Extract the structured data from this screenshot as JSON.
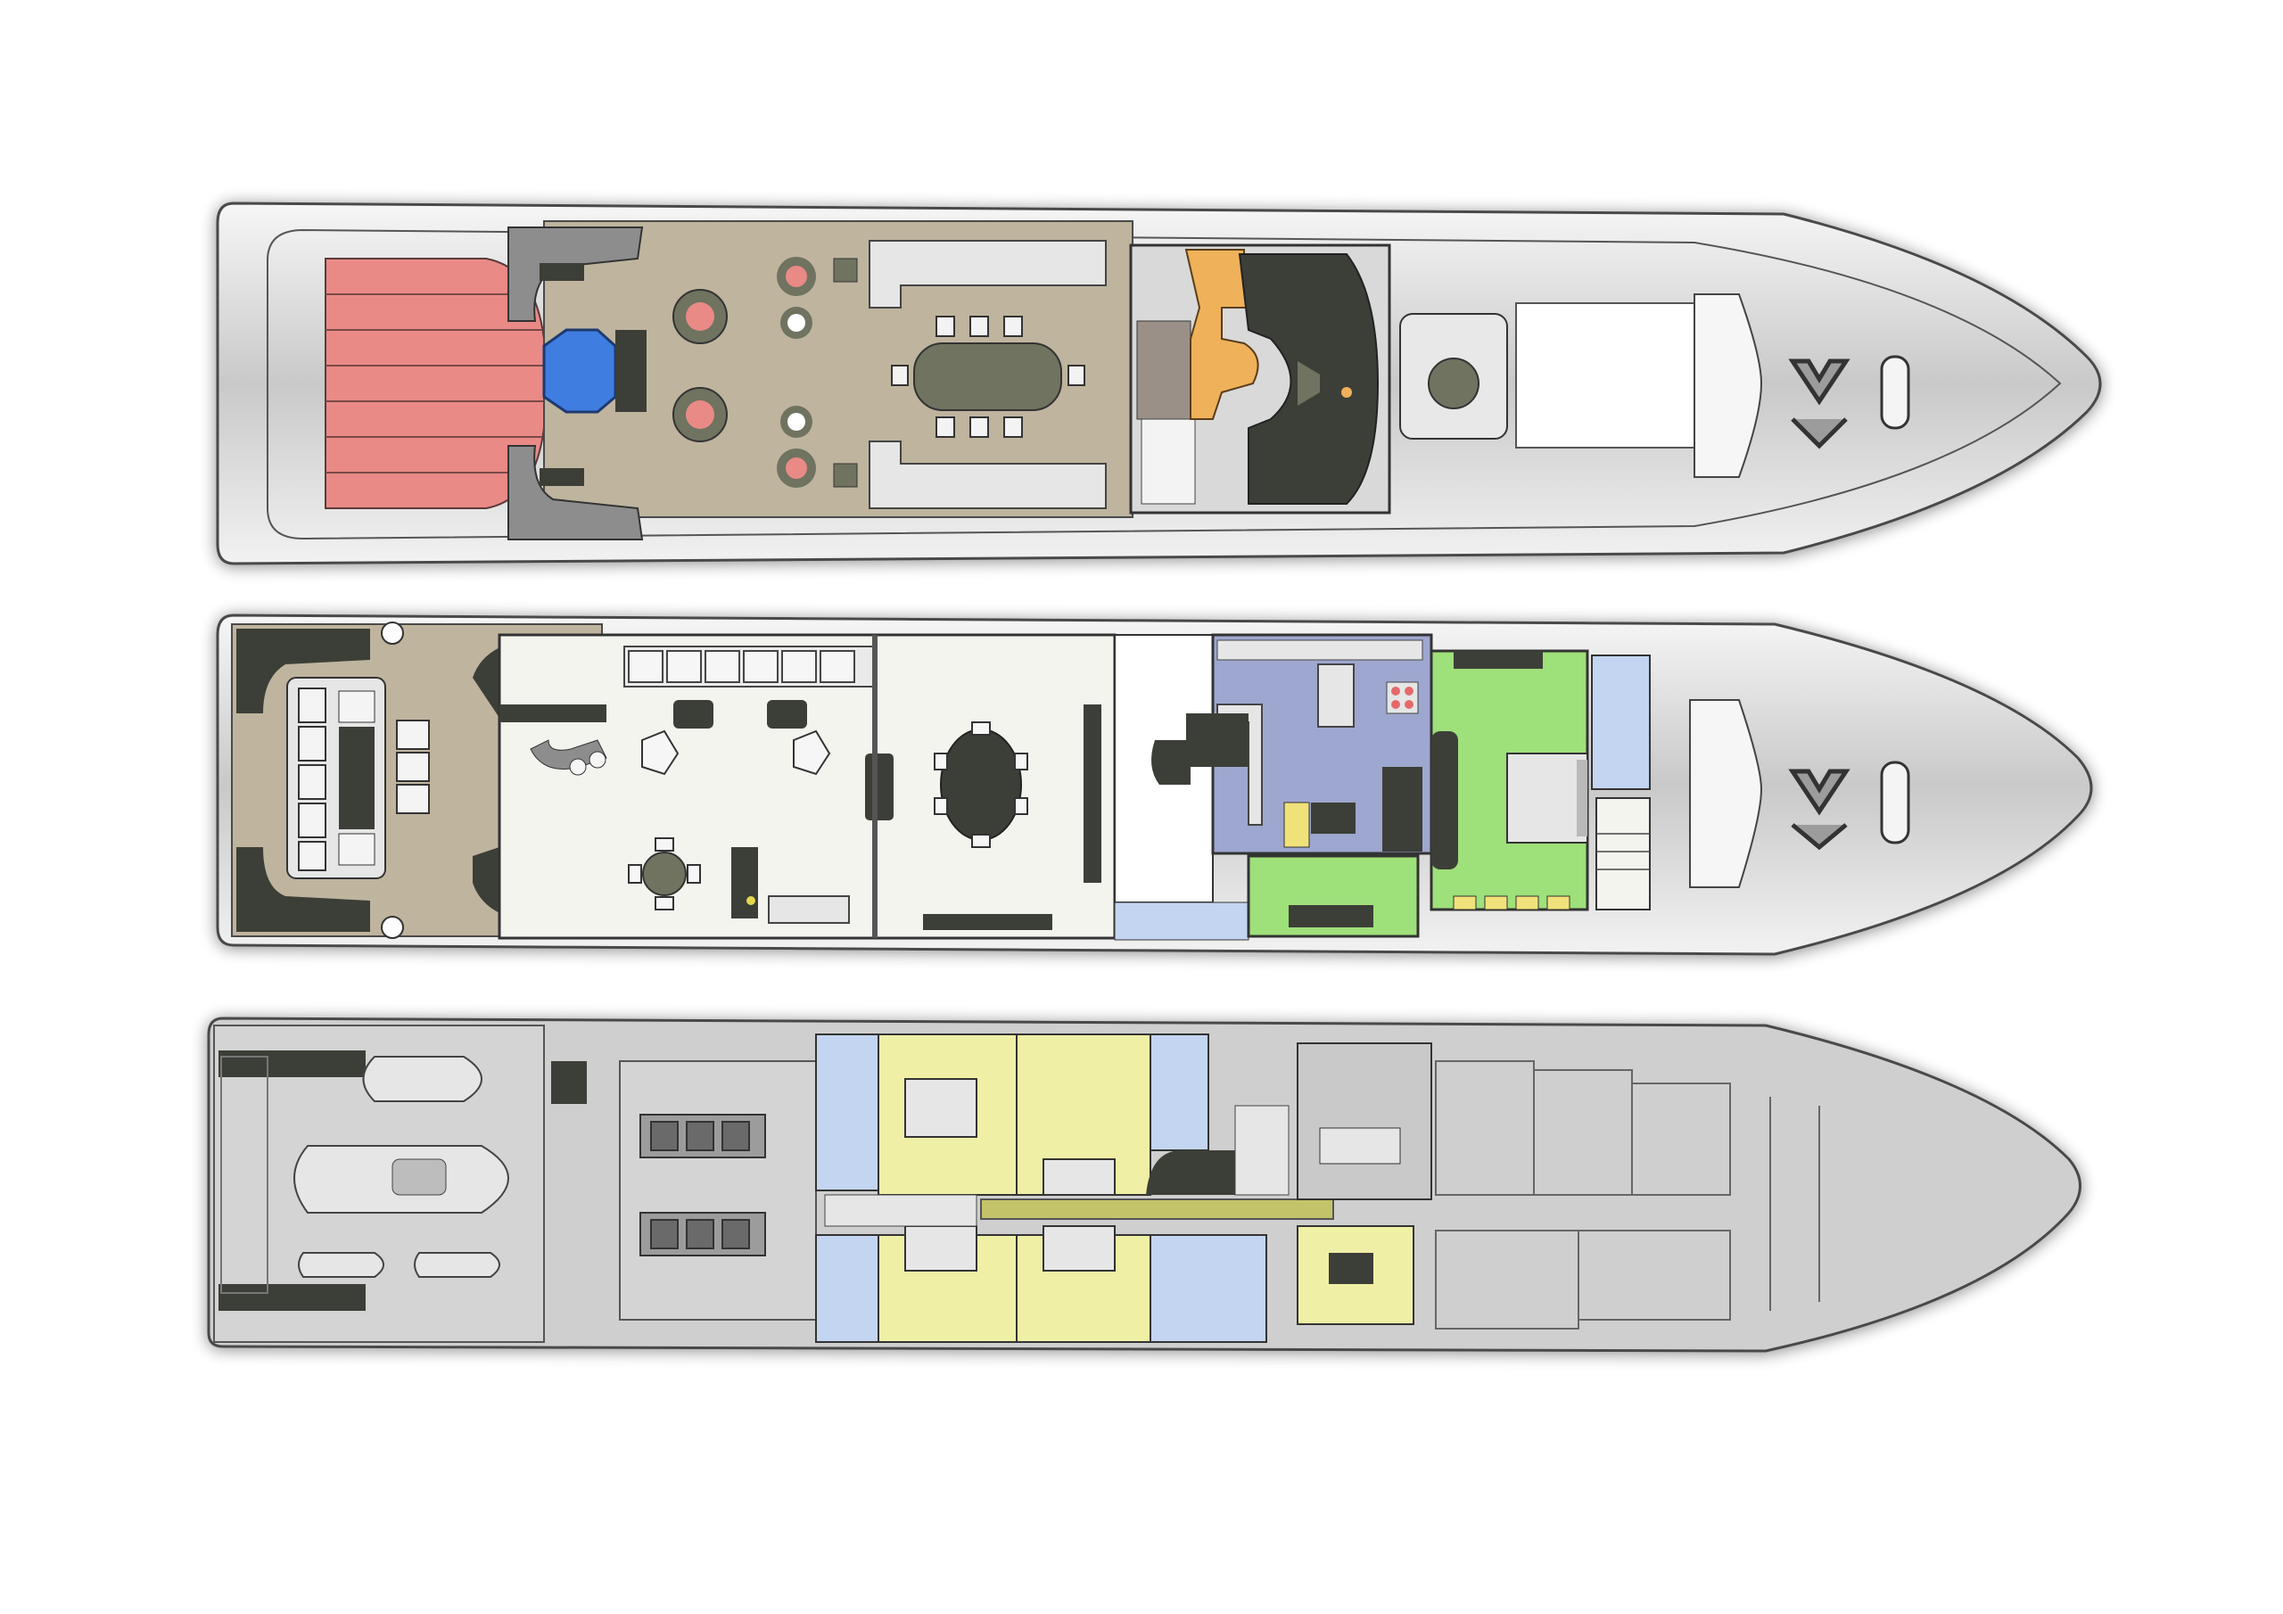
{
  "palette": {
    "page": "#ffffff",
    "hull_light": "#f1f1f1",
    "hull_mid": "#d4d4d4",
    "hull_dark": "#9c9c9c",
    "outline": "#4a4a4a",
    "teak": "#bfb49e",
    "sunpad": "#e98a86",
    "jacuzzi": "#3f7de0",
    "galley": "#efb15a",
    "olive": "#6f7360",
    "dark": "#3c3f37",
    "salon": "#f3f4ee",
    "blue_room": "#9ea7cf",
    "green_room": "#9ee07a",
    "lightblue": "#c3d5f0",
    "yellow_room": "#f0efa6",
    "corridor_bar": "#c3c36a",
    "red_dot": "#e46a6a",
    "lower_grey": "#cfcfcf"
  },
  "decks": [
    {
      "id": "sun-deck",
      "icons": [
        "anchor-winch-icon",
        "hatch-icon"
      ]
    },
    {
      "id": "main-deck",
      "icons": [
        "anchor-winch-icon",
        "hatch-icon"
      ]
    },
    {
      "id": "lower-deck",
      "icons": [
        "engine-icon",
        "tender-icon",
        "jet-ski-icon"
      ]
    }
  ]
}
